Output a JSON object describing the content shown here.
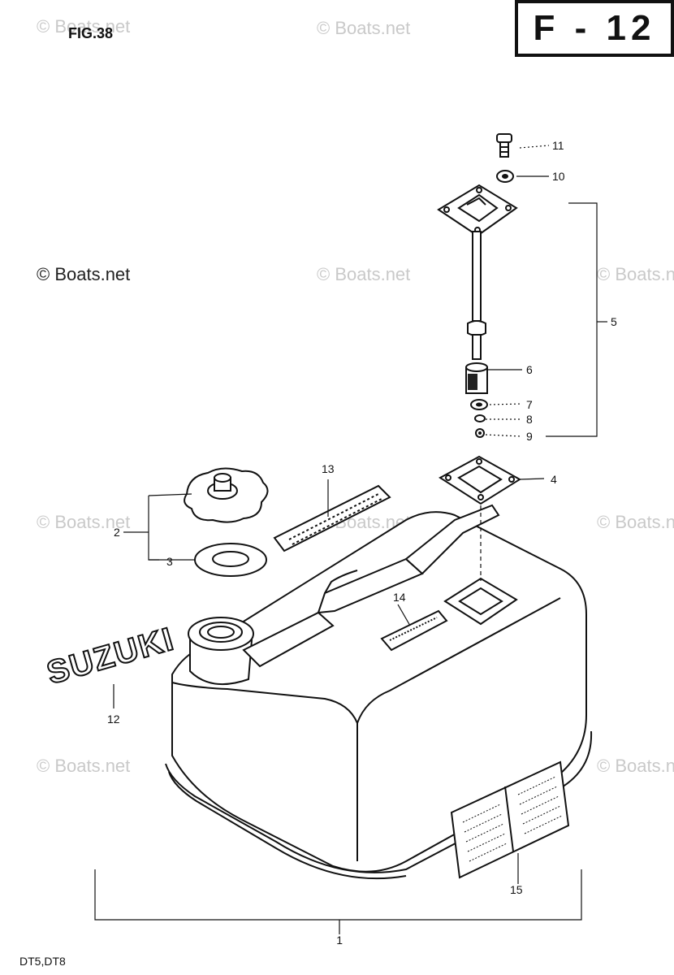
{
  "header": {
    "figure": "FIG.38",
    "page_code": "F - 12"
  },
  "footer": {
    "models": "DT5,DT8"
  },
  "watermark": "© Boats.net",
  "logo_text": "SUZUKI",
  "callouts": [
    "1",
    "2",
    "3",
    "4",
    "5",
    "6",
    "7",
    "8",
    "9",
    "10",
    "11",
    "12",
    "13",
    "14",
    "15"
  ]
}
